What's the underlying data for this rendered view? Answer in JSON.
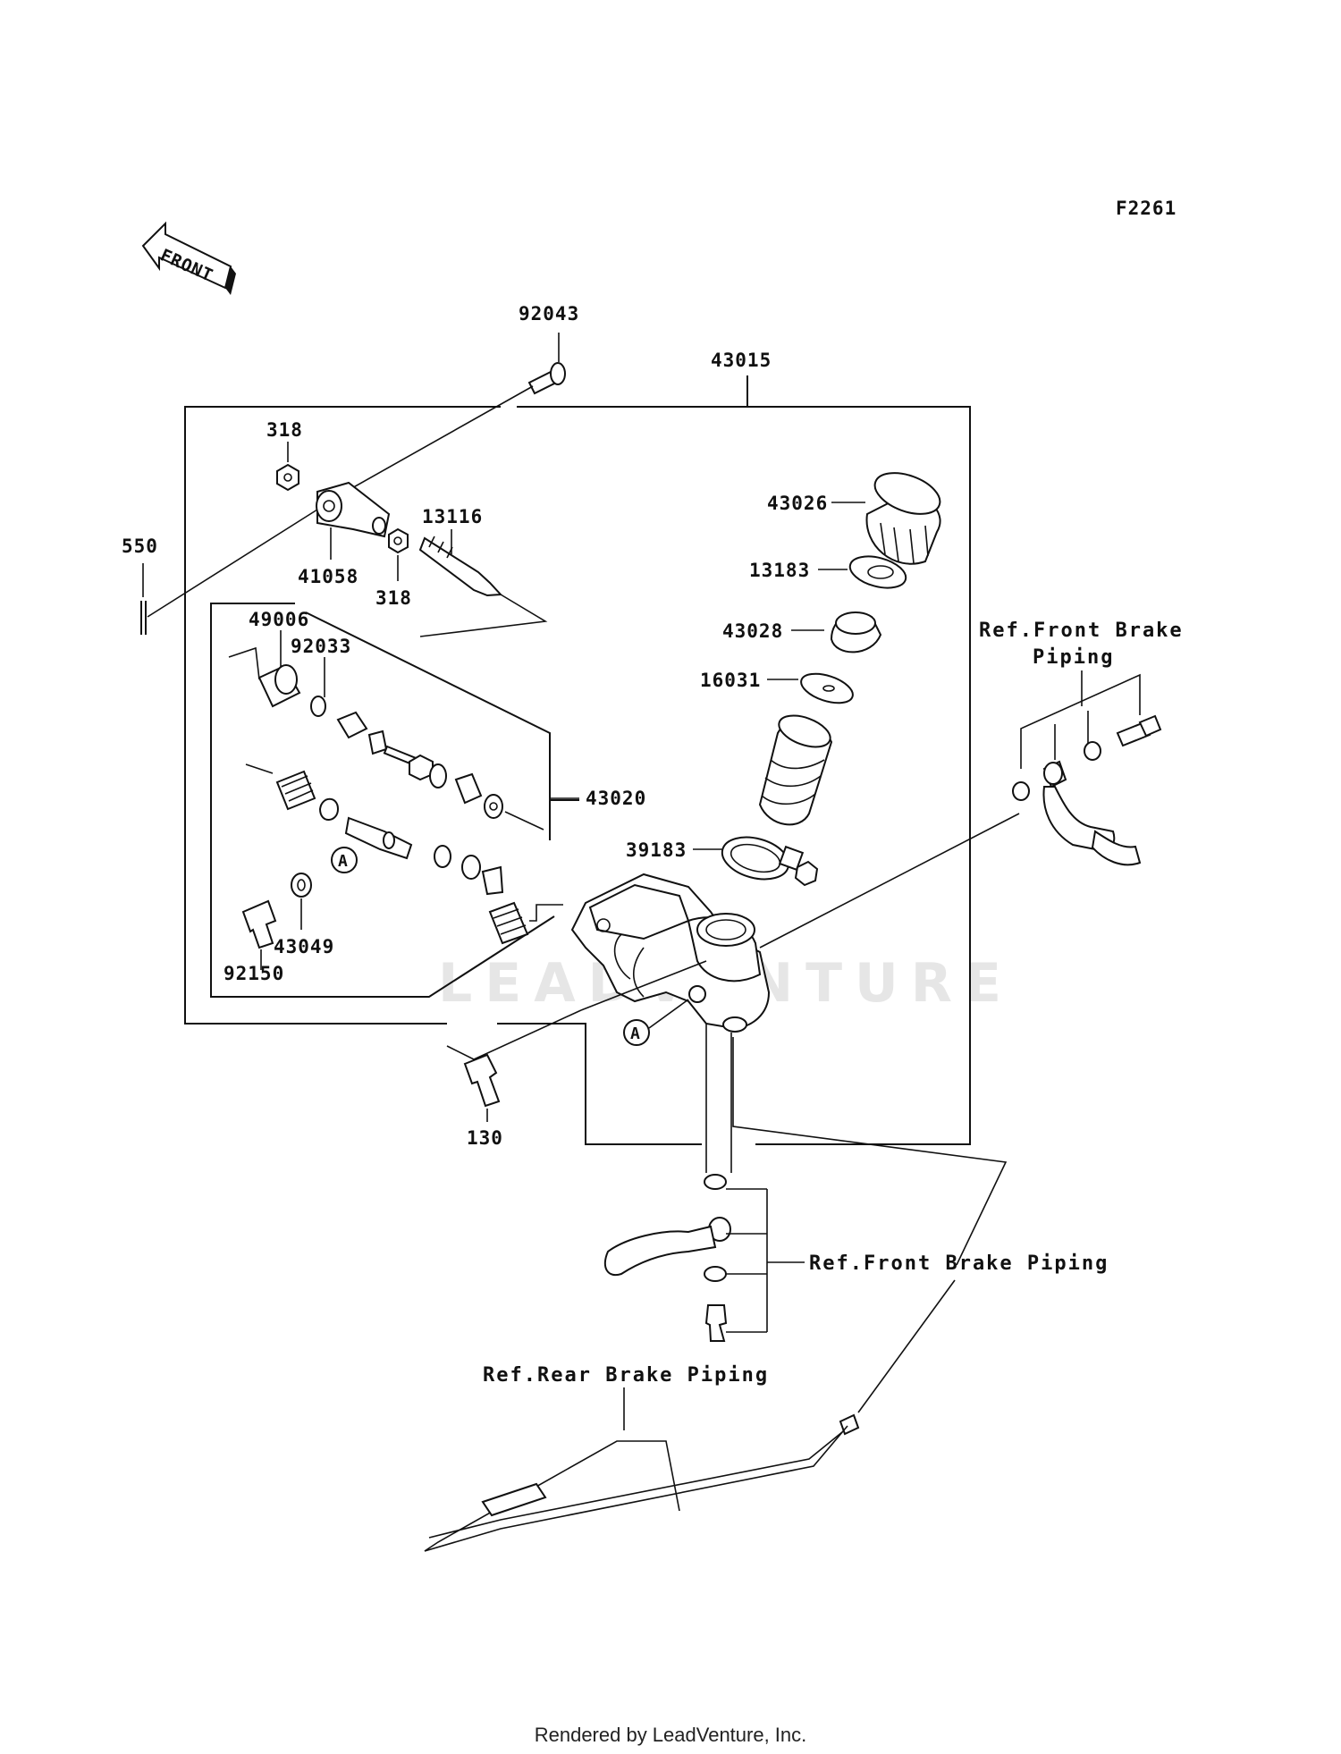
{
  "figure_code": "F2261",
  "front_label": "FRONT",
  "watermark": "LEADVENTURE",
  "callouts": {
    "p92043": "92043",
    "p43015": "43015",
    "p318a": "318",
    "p318b": "318",
    "p550": "550",
    "p41058": "41058",
    "p13116": "13116",
    "p49006": "49006",
    "p92033": "92033",
    "p43020": "43020",
    "p43049": "43049",
    "p92150": "92150",
    "p43026": "43026",
    "p13183": "13183",
    "p43028": "43028",
    "p16031": "16031",
    "p39183": "39183",
    "p130": "130",
    "markA": "A"
  },
  "refs": {
    "front_brake_1_line1": "Ref.Front Brake",
    "front_brake_1_line2": "Piping",
    "front_brake_2": "Ref.Front Brake Piping",
    "rear_brake": "Ref.Rear Brake Piping"
  },
  "footer": "Rendered by LeadVenture, Inc."
}
